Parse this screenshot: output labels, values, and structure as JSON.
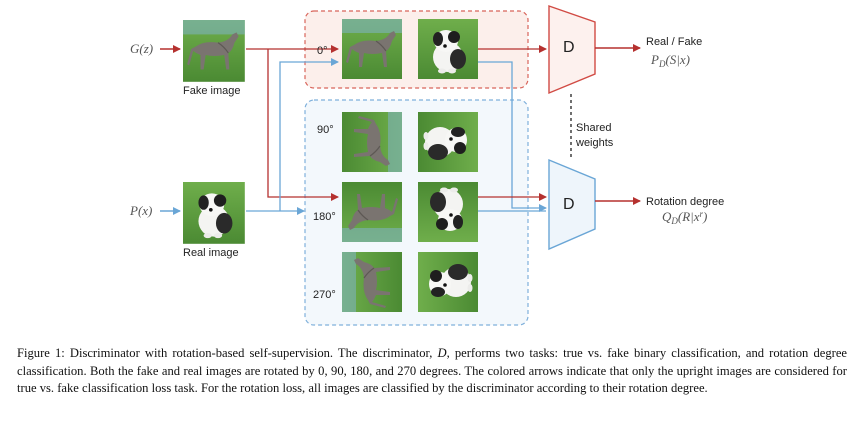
{
  "inputs": {
    "generator": "G(z)",
    "prior": "P(x)",
    "fake_label": "Fake image",
    "real_label": "Real image"
  },
  "rotations": [
    "0°",
    "90°",
    "180°",
    "270°"
  ],
  "discriminator": {
    "label": "D",
    "shared": [
      "Shared",
      "weights"
    ]
  },
  "outputs": {
    "realfake_title": "Real / Fake",
    "realfake_formula": "P_D(S|x)",
    "rotation_title": "Rotation degree",
    "rotation_formula": "Q_D(R|x^r)"
  },
  "colors": {
    "red": "#b5312f",
    "blue": "#6aa6d6",
    "grass": "#5f9c3f",
    "red_bg": "#fcefeb",
    "blue_bg": "#f3f8fc"
  },
  "caption": {
    "prefix": "Figure 1: Discriminator with rotation-based self-supervision. The discriminator, ",
    "symbol": "D",
    "body": ", performs two tasks: true vs. fake binary classification, and rotation degree classification. Both the fake and real images are rotated by 0, 90, 180, and 270 degrees. The colored arrows indicate that only the upright images are considered for true vs. fake classification loss task. For the rotation loss, all images are classified by the discriminator according to their rotation degree."
  }
}
